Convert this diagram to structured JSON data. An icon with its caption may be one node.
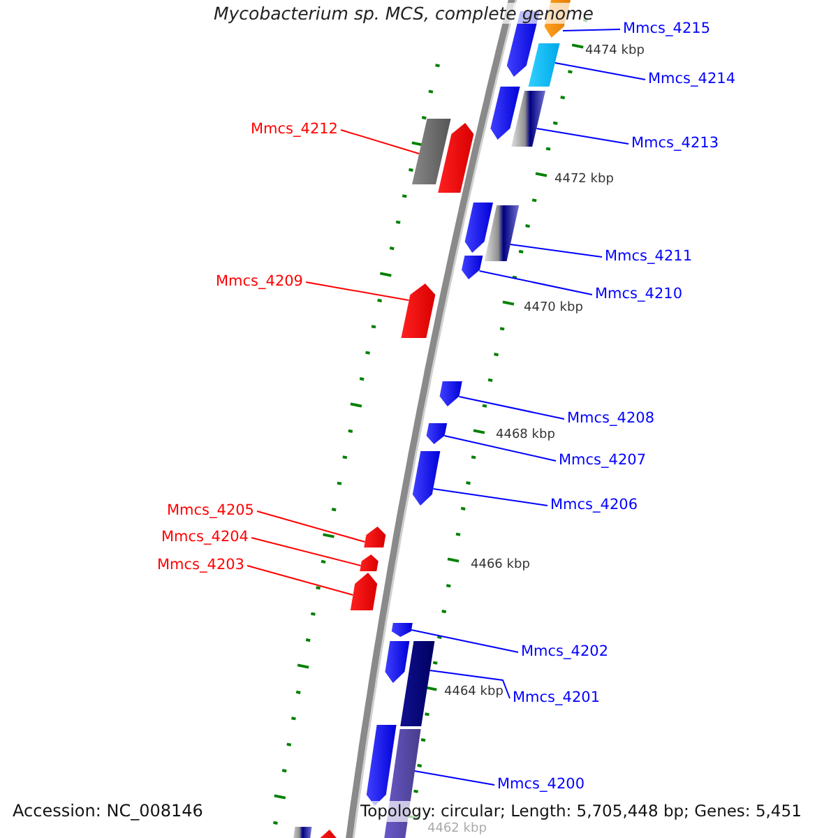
{
  "diagram": {
    "title": "Mycobacterium sp. MCS, complete genome",
    "nodes": [
      {
        "text": [
          "Mmcs_4215"
        ]
      },
      {
        "text": [],
        "shape": "bar"
      },
      {
        "text": [
          "Mmcs_4214"
        ]
      },
      {
        "text": [],
        "shape": "bar"
      },
      {
        "text": [
          "Mmcs_4212"
        ]
      },
      {
        "text": [],
        "shape": "bar"
      },
      {
        "text": [
          "Mmcs_4213"
        ]
      },
      {
        "text": [],
        "shape": "bar"
      },
      {
        "text": [
          "Mmcs_4211"
        ]
      },
      {
        "text": [],
        "shape": "bar"
      },
      {
        "text": [
          "Mmcs_4209"
        ]
      },
      {
        "text": [],
        "shape": "bar"
      },
      {
        "text": [
          "Mmcs_4210"
        ]
      },
      {
        "text": [],
        "shape": "bar"
      },
      {
        "text": [
          "Mmcs_4208"
        ]
      },
      {
        "text": [],
        "shape": "bar"
      },
      {
        "text": [
          "Mmcs_4207"
        ]
      },
      {
        "text": [],
        "shape": "bar"
      },
      {
        "text": [
          "Mmcs_4206"
        ]
      },
      {
        "text": [],
        "shape": "bar"
      },
      {
        "text": [
          "Mmcs_4205"
        ]
      },
      {
        "text": [],
        "shape": "bar"
      },
      {
        "text": [
          "Mmcs_4204"
        ]
      },
      {
        "text": [],
        "shape": "bar"
      },
      {
        "text": [
          "Mmcs_4203"
        ]
      },
      {
        "text": [],
        "shape": "bar"
      },
      {
        "text": [
          "Mmcs_4202"
        ]
      },
      {
        "text": [],
        "shape": "bar"
      },
      {
        "text": [
          "Mmcs_4201"
        ]
      },
      {
        "text": [],
        "shape": "bar"
      },
      {
        "text": [
          "Mmcs_4200"
        ]
      },
      {
        "text": [],
        "shape": "bar"
      },
      {
        "text": [],
        "shape": "bar"
      },
      {
        "text": [],
        "shape": "bar"
      },
      {
        "text": [],
        "shape": "bar"
      },
      {
        "text": [],
        "shape": "bar"
      },
      {
        "text": [],
        "shape": "bar"
      },
      {
        "text": [],
        "shape": "bar"
      },
      {
        "text": [],
        "shape": "bar"
      },
      {
        "text": [],
        "shape": "bar"
      }
    ],
    "edges": [
      {
        "from": 0,
        "to": 1,
        "arrow": "none"
      },
      {
        "from": 2,
        "to": 3,
        "arrow": "none"
      },
      {
        "from": 4,
        "to": 5,
        "arrow": "none",
        "color": "#ff0000"
      },
      {
        "from": 6,
        "to": 7,
        "arrow": "none"
      },
      {
        "from": 8,
        "to": 9,
        "arrow": "none"
      },
      {
        "from": 10,
        "to": 11,
        "arrow": "none",
        "color": "#ff0000"
      },
      {
        "from": 12,
        "to": 13,
        "arrow": "none"
      },
      {
        "from": 14,
        "to": 15,
        "arrow": "none"
      },
      {
        "from": 16,
        "to": 17,
        "arrow": "none"
      },
      {
        "from": 18,
        "to": 19,
        "arrow": "none"
      },
      {
        "from": 20,
        "to": 21,
        "arrow": "none",
        "color": "#ff0000"
      },
      {
        "from": 22,
        "to": 23,
        "arrow": "none",
        "color": "#ff0000"
      },
      {
        "from": 24,
        "to": 25,
        "arrow": "none",
        "color": "#ff0000"
      },
      {
        "from": 26,
        "to": 27,
        "arrow": "none"
      },
      {
        "from": 28,
        "to": 29,
        "arrow": "none"
      },
      {
        "from": 30,
        "to": 31,
        "arrow": "none"
      }
    ],
    "labels": [
      "4474 kbp",
      "4472 kbp",
      "4470 kbp",
      "4468 kbp",
      "4466 kbp",
      "4464 kbp",
      "Accession: NC_008146",
      "Topology: circular; Length: 5,705,448 bp; Genes: 5,451",
      "4462 kbp"
    ]
  }
}
